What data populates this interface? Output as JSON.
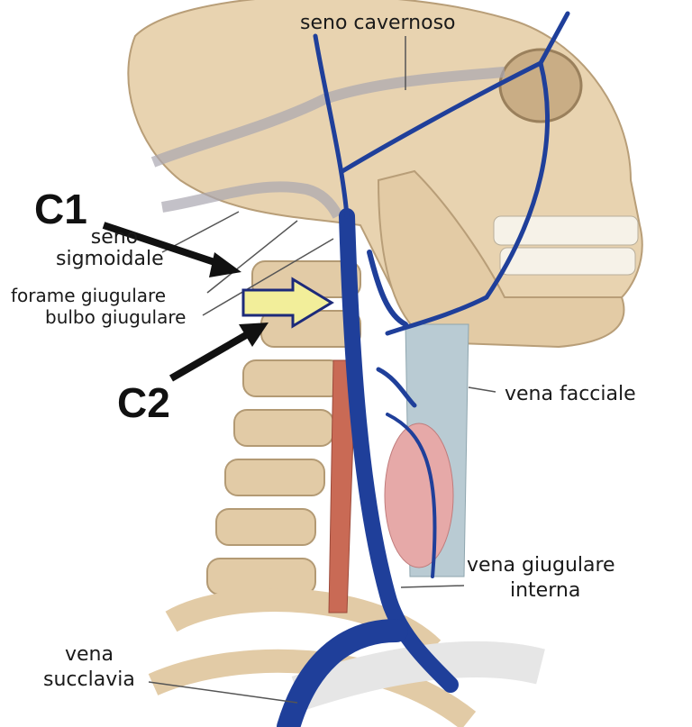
{
  "labels": {
    "seno_cavernoso": "seno cavernoso",
    "c1": "C1",
    "seno_sigmoidale_1": "seno",
    "seno_sigmoidale_2": "sigmoidale",
    "forame_giugulare": "forame giugulare",
    "bulbo_giugulare": "bulbo giugulare",
    "c2": "C2",
    "vena_facciale": "vena facciale",
    "vena_giugulare_1": "vena giugulare",
    "vena_giugulare_2": "interna",
    "vena_succlavia_1": "vena",
    "vena_succlavia_2": "succlavia"
  },
  "colors": {
    "bone": "#e8d3b0",
    "bone_shade": "#cdb48c",
    "vein": "#1f3f9a",
    "muscle": "#c96a55",
    "thyroid": "#e6a9a8",
    "arrow_fill": "#f2ee9a",
    "trachea": "#b9cbd3"
  }
}
